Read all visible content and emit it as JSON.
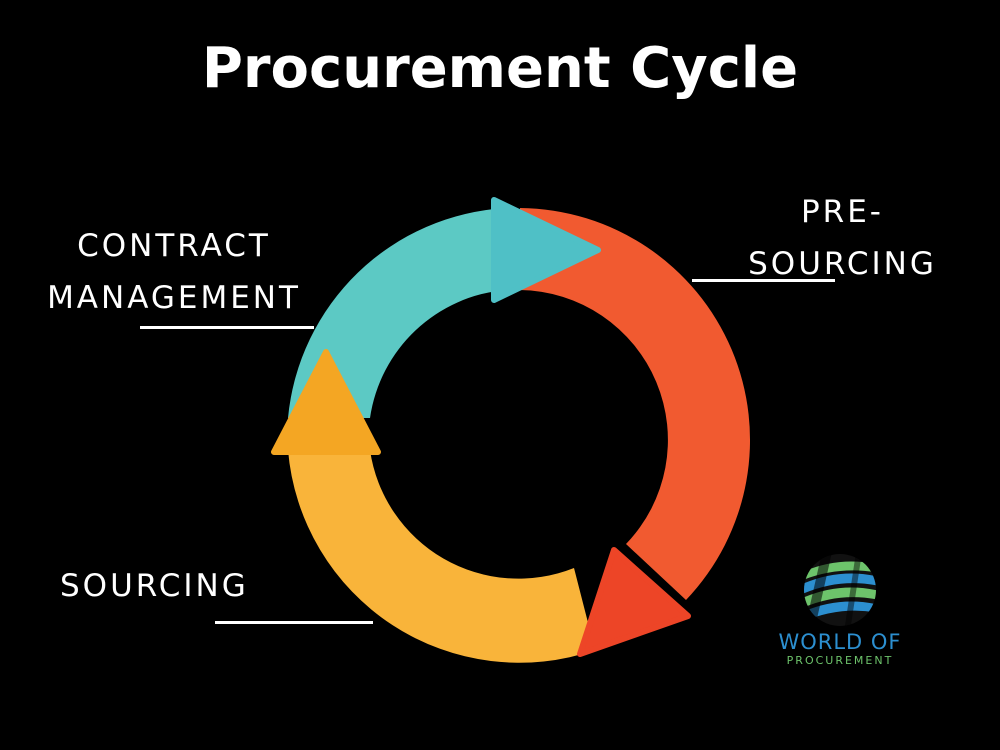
{
  "title": "Procurement Cycle",
  "stages": {
    "contract_management": {
      "line1": "CONTRACT",
      "line2": "MANAGEMENT",
      "color": "#5cc9c4"
    },
    "pre_sourcing": {
      "line1": "PRE-",
      "line2": "SOURCING",
      "color": "#f15a30"
    },
    "sourcing": {
      "line1": "SOURCING",
      "color": "#f9b43a"
    }
  },
  "logo": {
    "line1": "WORLD OF",
    "line2": "PROCUREMENT",
    "icon": "globe-icon",
    "colors": [
      "#2c8fd0",
      "#6dc36b"
    ]
  },
  "colors": {
    "background": "#000000",
    "text": "#ffffff"
  }
}
